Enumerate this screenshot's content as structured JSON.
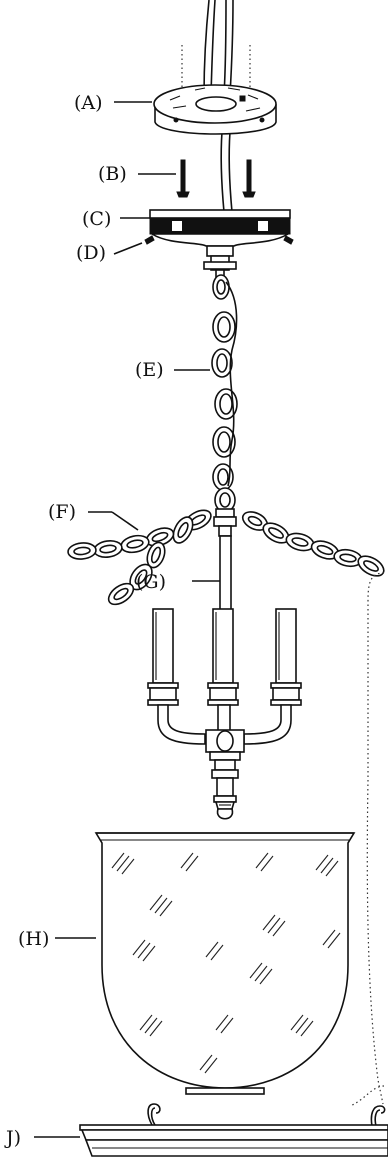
{
  "labels": {
    "a": "(A)",
    "b": "(B)",
    "c": "(C)",
    "d": "(D)",
    "e": "(E)",
    "f": "(F)",
    "g": "(G)",
    "h": "(H)",
    "j": "J)"
  }
}
